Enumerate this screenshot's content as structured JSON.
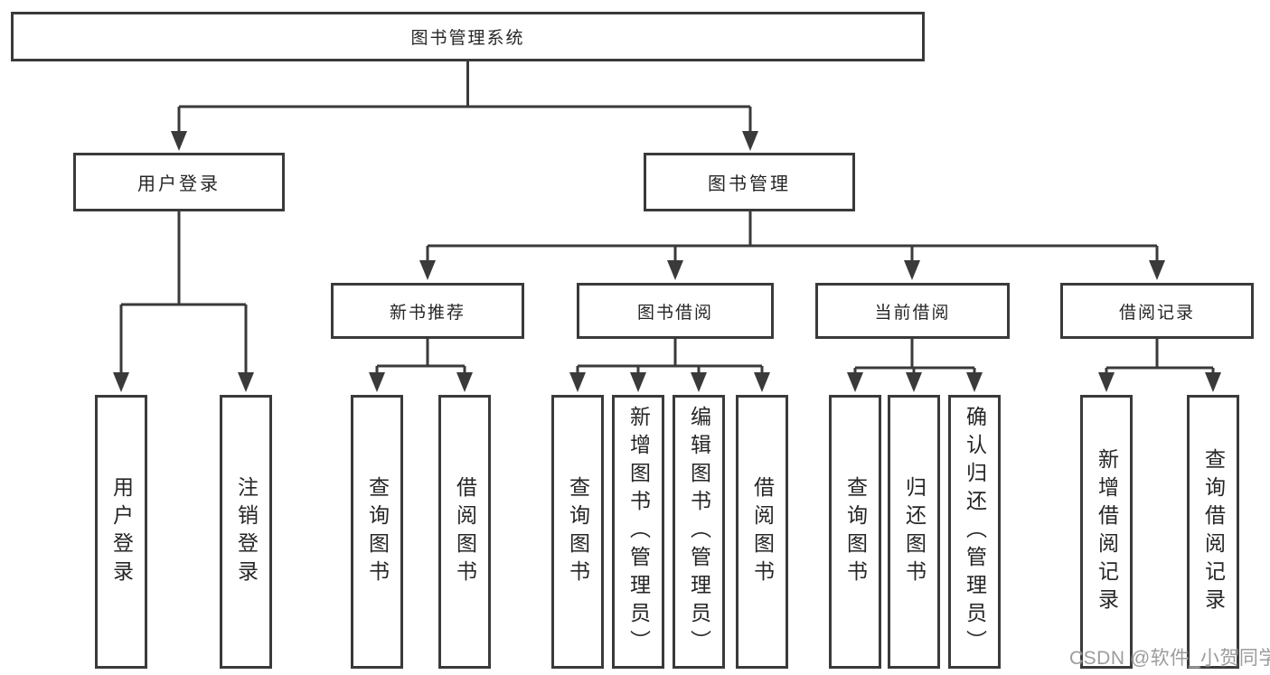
{
  "tree": {
    "label": "图书管理系统",
    "children": [
      {
        "label": "用户登录",
        "children": [
          {
            "label": "用户登录"
          },
          {
            "label": "注销登录"
          }
        ]
      },
      {
        "label": "图书管理",
        "children": [
          {
            "label": "新书推荐",
            "children": [
              {
                "label": "查询图书"
              },
              {
                "label": "借阅图书"
              }
            ]
          },
          {
            "label": "图书借阅",
            "children": [
              {
                "label": "查询图书"
              },
              {
                "label": "新增图书（管理员）"
              },
              {
                "label": "编辑图书（管理员）"
              },
              {
                "label": "借阅图书"
              }
            ]
          },
          {
            "label": "当前借阅",
            "children": [
              {
                "label": "查询图书"
              },
              {
                "label": "归还图书"
              },
              {
                "label": "确认归还（管理员）"
              }
            ]
          },
          {
            "label": "借阅记录",
            "children": [
              {
                "label": "新增借阅记录"
              },
              {
                "label": "查询借阅记录"
              }
            ]
          }
        ]
      }
    ]
  },
  "watermark": {
    "text": "CSDN @软件_小贺同学"
  },
  "colors": {
    "line": "#3a3a3a",
    "box_border": "#3a3a3a",
    "box_background": "#ffffff",
    "text": "#262626",
    "watermark": "#9c9c9c"
  }
}
